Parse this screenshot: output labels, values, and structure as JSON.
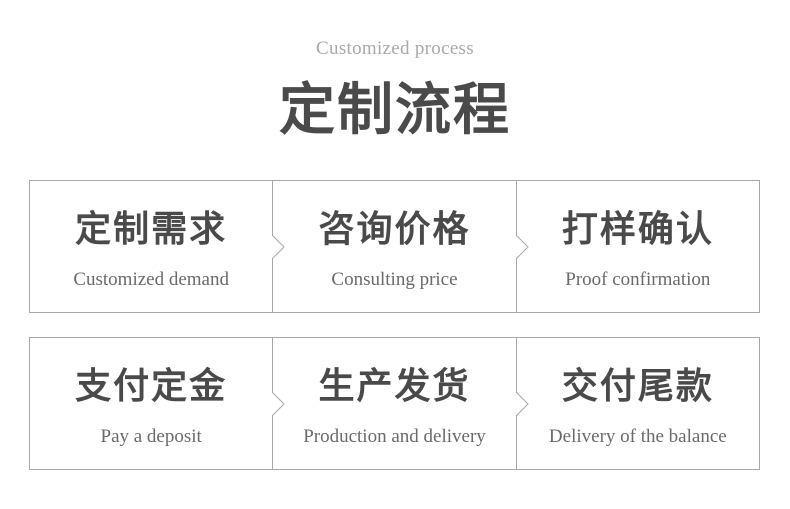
{
  "header": {
    "subtitle": "Customized process",
    "title": "定制流程"
  },
  "steps": [
    {
      "cn": "定制需求",
      "en": "Customized demand"
    },
    {
      "cn": "咨询价格",
      "en": "Consulting price"
    },
    {
      "cn": "打样确认",
      "en": "Proof confirmation"
    },
    {
      "cn": "支付定金",
      "en": "Pay a deposit"
    },
    {
      "cn": "生产发货",
      "en": "Production and delivery"
    },
    {
      "cn": "交付尾款",
      "en": "Delivery of the balance"
    }
  ],
  "colors": {
    "border": "#a8a8a8",
    "title": "#4a4a4a",
    "subtitle": "#a9a9a9",
    "caption": "#6a6a6a"
  }
}
